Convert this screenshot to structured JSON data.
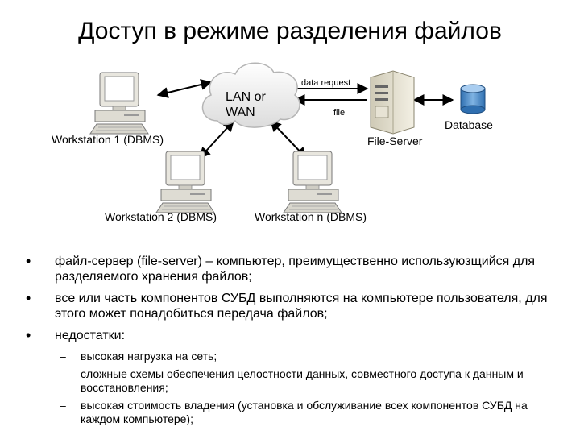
{
  "title": "Доступ в режиме разделения файлов",
  "diagram": {
    "cloud_label_line1": "LAN or",
    "cloud_label_line2": "WAN",
    "arrow_request_label": "data request",
    "arrow_file_label": "file",
    "server_label": "File-Server",
    "database_label": "Database",
    "workstation1_label": "Workstation 1 (DBMS)",
    "workstation2_label": "Workstation 2 (DBMS)",
    "workstationn_label": "Workstation n (DBMS)"
  },
  "bullets": [
    {
      "text": "файл-сервер (file-server) – компьютер, преимущественно используюзщийся для разделяемого хранения файлов;"
    },
    {
      "text": "все или часть компонентов СУБД выполняются на компьютере пользователя, для этого может понадобиться передача файлов;"
    },
    {
      "text": "недостатки:"
    }
  ],
  "sub_bullets": [
    {
      "text": "высокая нагрузка на сеть;"
    },
    {
      "text": "сложные схемы обеспечения целостности данных, совместного доступа к данным и восстановления;"
    },
    {
      "text": "высокая стоимость владения (установка и обслуживание всех компонентов СУБД на каждом компьютере);"
    }
  ]
}
